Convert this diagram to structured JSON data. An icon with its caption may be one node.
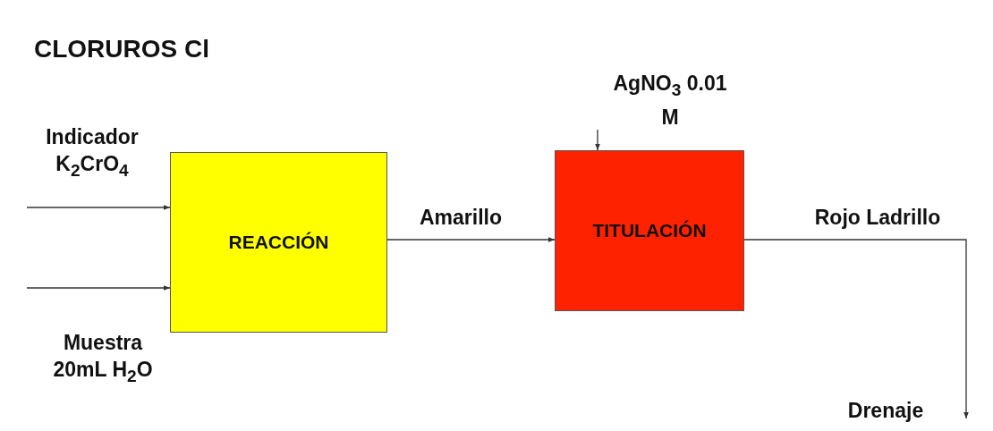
{
  "diagram": {
    "title": "CLORUROS Cl",
    "nodes": [
      {
        "text": [
          "REACCIÓN"
        ]
      },
      {
        "text": [
          "TITULACIÓN"
        ]
      }
    ],
    "edges": [
      {
        "from": null,
        "to": 0,
        "arrow": "to",
        "label": "Indicador K$_{2}$CrO$_{4}$"
      },
      {
        "from": null,
        "to": 0,
        "arrow": "to",
        "label": "Muestra 20mL H$_{2}$O"
      },
      {
        "from": 0,
        "to": 1,
        "arrow": "to",
        "label": "Amarillo"
      },
      {
        "from": null,
        "to": 1,
        "arrow": "to",
        "label": "AgNO$_{3}$ 0.01 M"
      },
      {
        "from": 1,
        "to": null,
        "arrow": "to",
        "label": "Rojo Ladrillo"
      }
    ],
    "labels": [
      "Drenaje"
    ]
  }
}
